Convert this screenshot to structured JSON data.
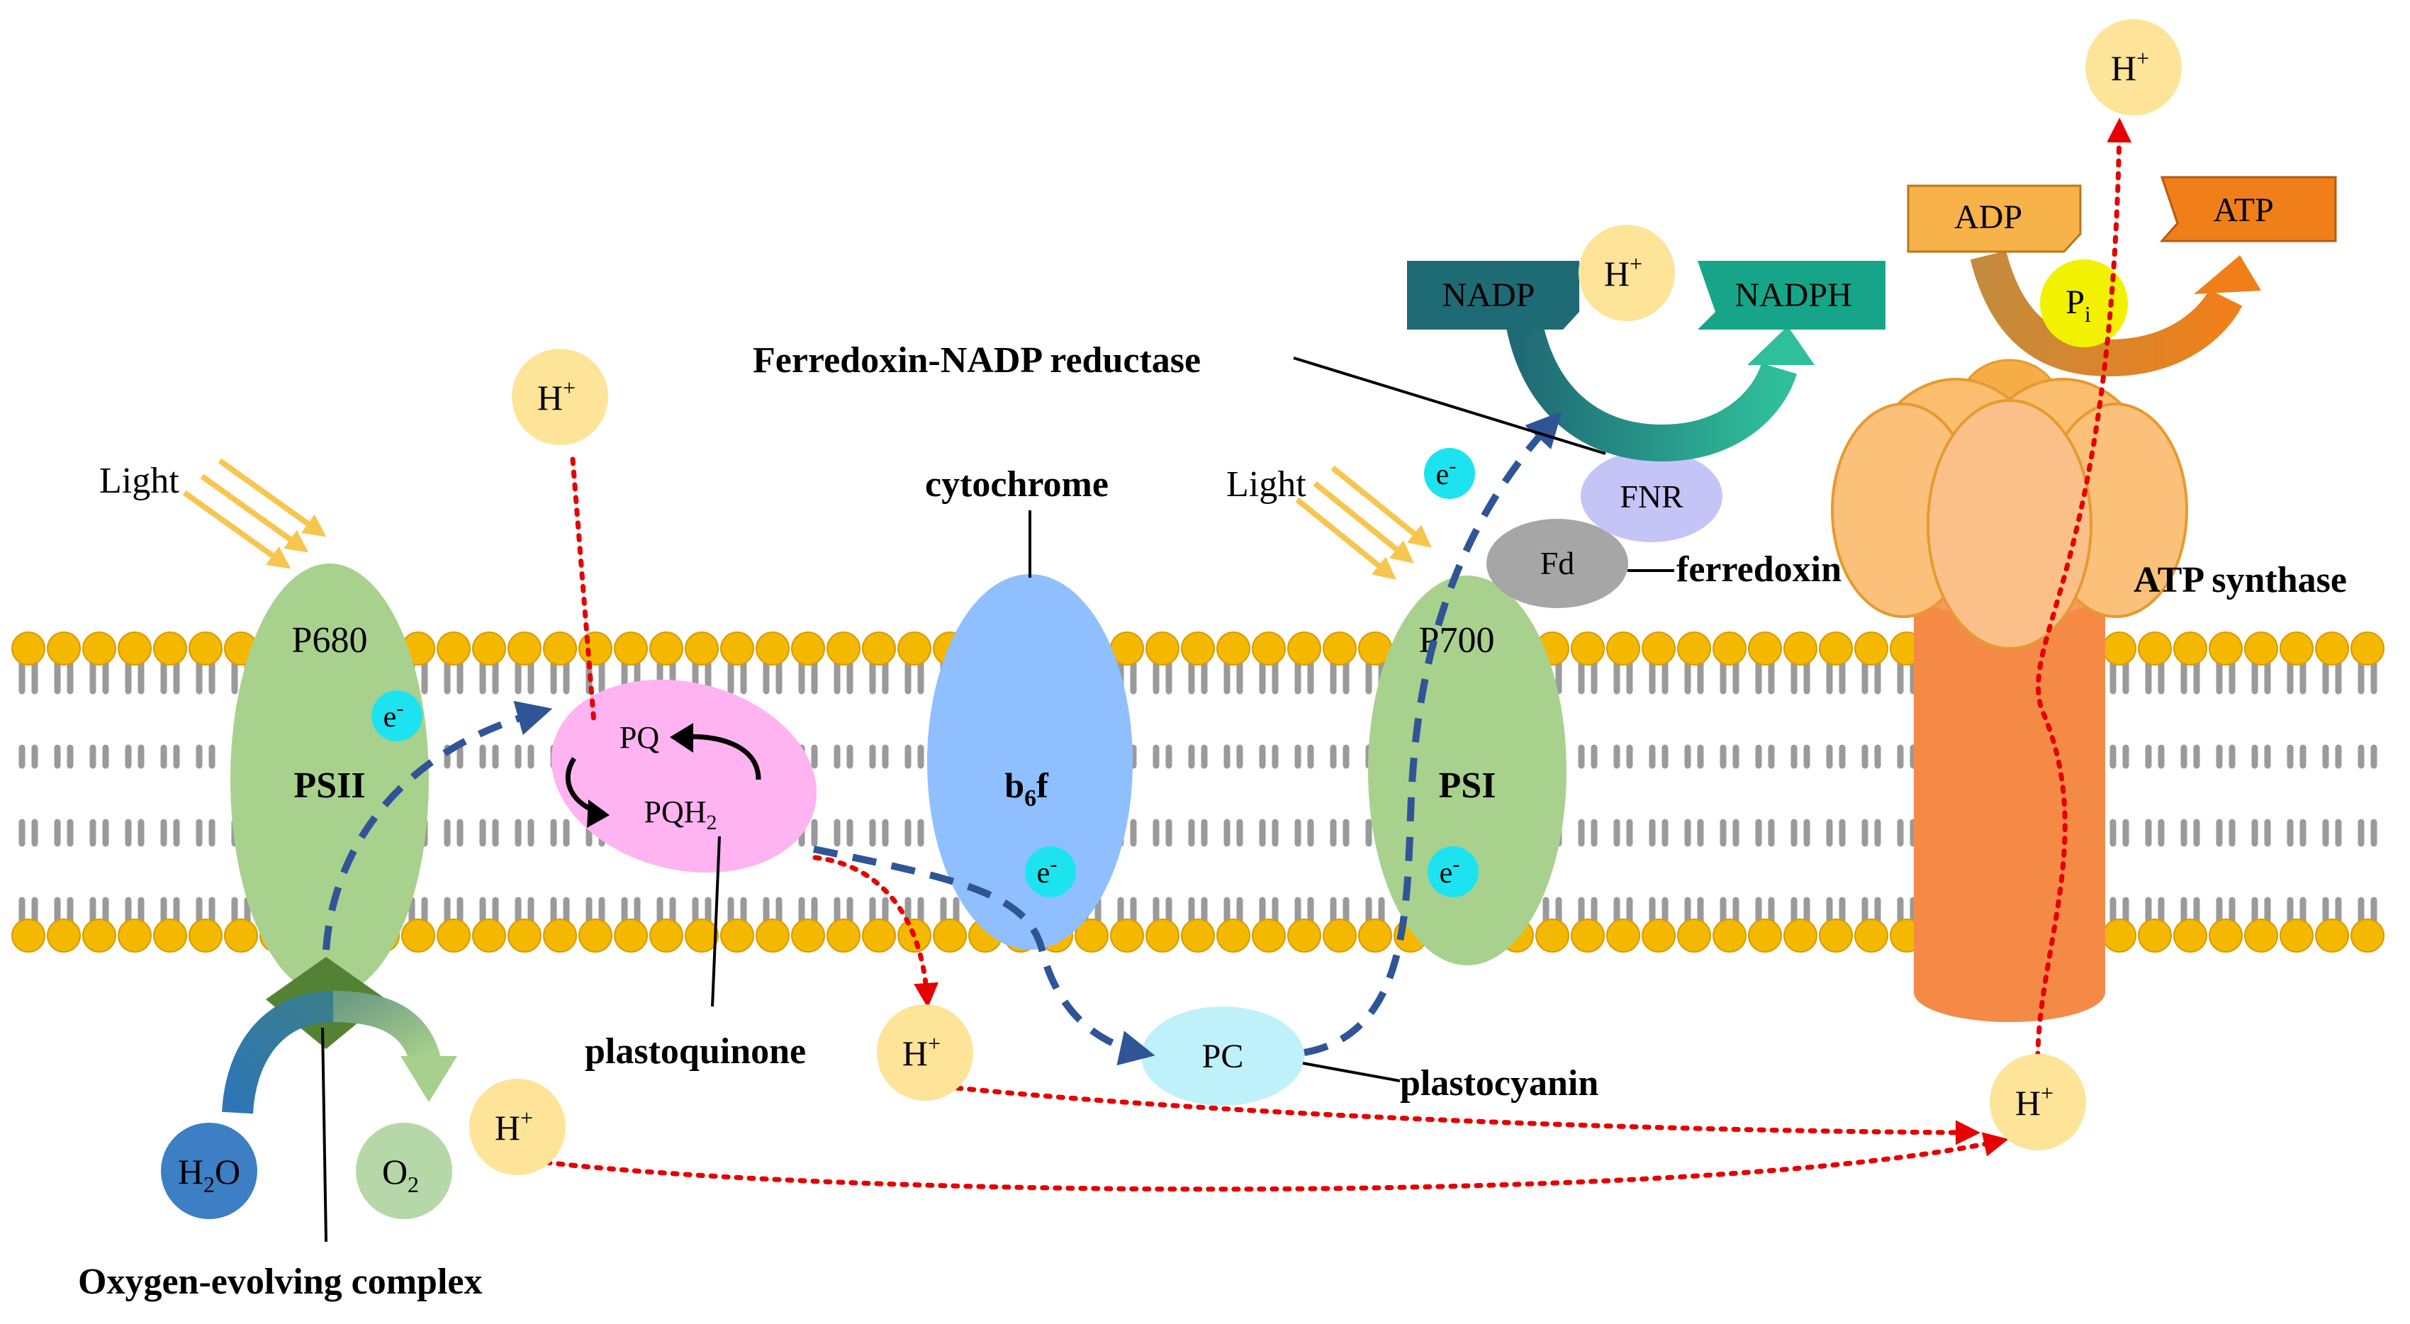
{
  "title": "",
  "light": "Light",
  "hplus_base": "H",
  "plus": "+",
  "electron": "e",
  "minus": "-",
  "psii": {
    "pigment": "P680",
    "name": "PSII"
  },
  "psi": {
    "pigment": "P700",
    "name": "PSI"
  },
  "oec": {
    "label": "Oxygen-evolving complex"
  },
  "water": {
    "base": "H",
    "sub": "2",
    "end": "O"
  },
  "oxygen": {
    "base": "O",
    "sub": "2"
  },
  "pq": {
    "top": "PQ",
    "bottom_base": "PQH",
    "bottom_sub": "2",
    "label": "plastoquinone"
  },
  "cytochrome": {
    "label": "cytochrome",
    "name_base": "b",
    "name_sub": "6",
    "name_end": "f"
  },
  "pc": {
    "name": "PC",
    "label": "plastocyanin"
  },
  "fd": {
    "name": "Fd",
    "label": "ferredoxin"
  },
  "fnr": {
    "name": "FNR",
    "label": "Ferredoxin-NADP reductase"
  },
  "nadp": "NADP",
  "nadph": "NADPH",
  "atp_synthase": {
    "label": "ATP synthase"
  },
  "adp": "ADP",
  "atp": "ATP",
  "pi": {
    "base": "P",
    "sub": "i"
  },
  "colors": {
    "psii": "#a9d18e",
    "psi": "#a9d18e",
    "pq": "#ffb3f0",
    "cytochrome": "#8fbfff",
    "pc": "#bff1fb",
    "fnr": "#c4c4f7",
    "fd": "#a6a6a6",
    "hplus": "#fde499",
    "electron": "#1de3f0",
    "nadp": "#1f6b75",
    "nadph": "#17a589",
    "adp": "#f7b24a",
    "atp": "#f07f1a",
    "pi": "#f2f200",
    "atp_synthase": "#fbbd6e",
    "stalk": "#f58a47",
    "water": "#3d7fc4",
    "oxygen": "#b6d8a8",
    "oec": "#548235"
  }
}
